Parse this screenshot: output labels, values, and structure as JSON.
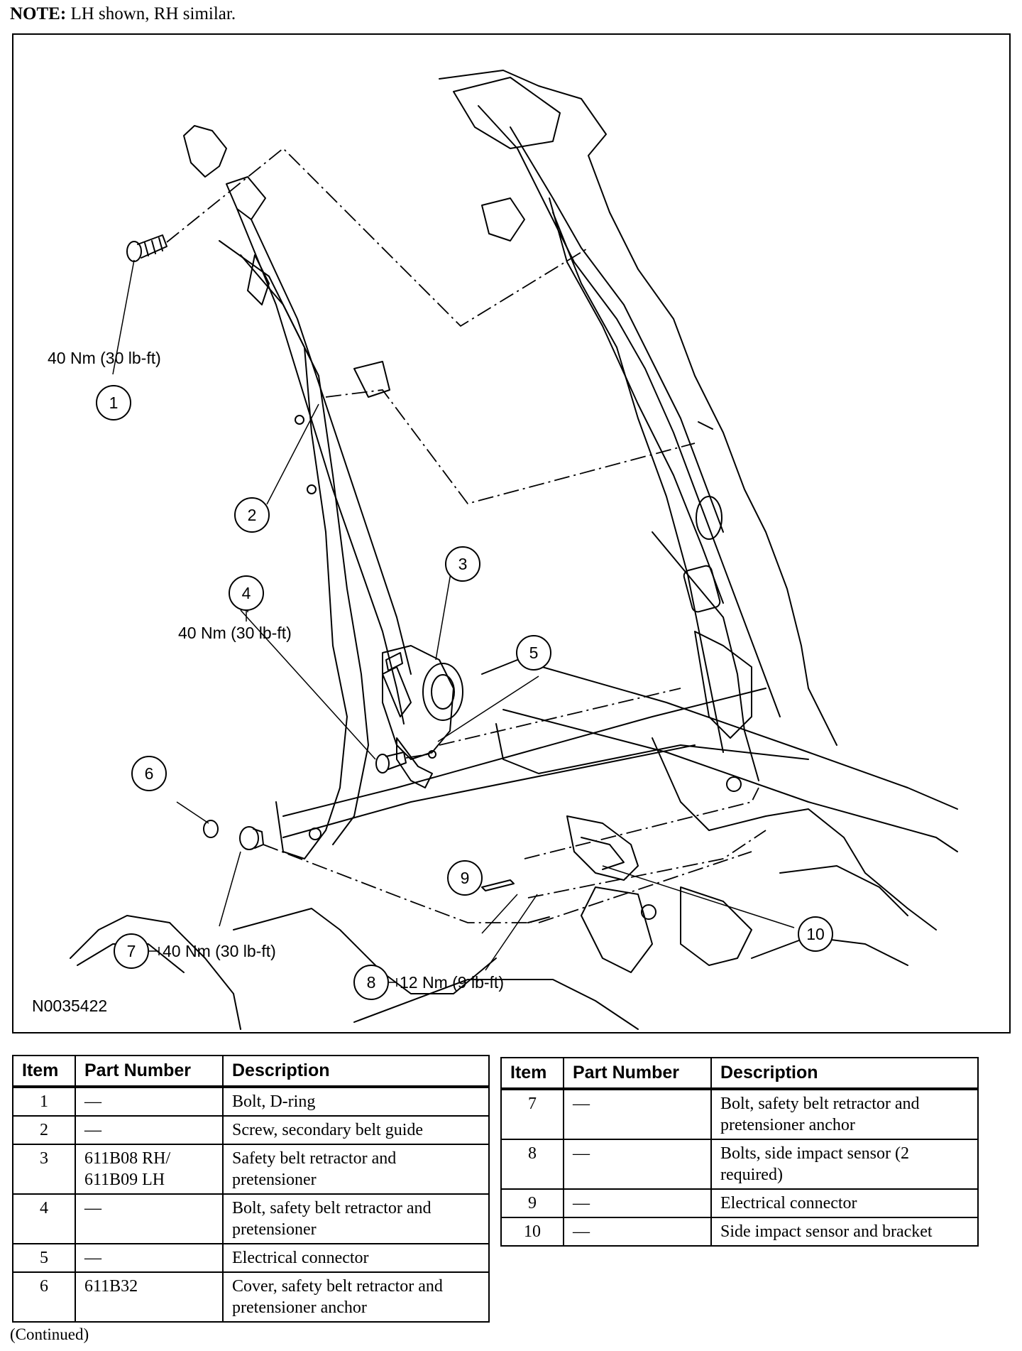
{
  "note": {
    "label": "NOTE:",
    "text": "LH shown, RH similar."
  },
  "figure": {
    "id": "N0035422",
    "callouts": [
      {
        "num": "1",
        "torque": "40 Nm (30 lb-ft)"
      },
      {
        "num": "2",
        "torque": ""
      },
      {
        "num": "3",
        "torque": ""
      },
      {
        "num": "4",
        "torque": "40 Nm (30 lb-ft)"
      },
      {
        "num": "5",
        "torque": ""
      },
      {
        "num": "6",
        "torque": ""
      },
      {
        "num": "7",
        "torque": "40 Nm (30 lb-ft)"
      },
      {
        "num": "8",
        "torque": "12 Nm (9 lb-ft)"
      },
      {
        "num": "9",
        "torque": ""
      },
      {
        "num": "10",
        "torque": ""
      }
    ]
  },
  "table": {
    "headers": {
      "item": "Item",
      "part": "Part Number",
      "desc": "Description"
    },
    "left_rows": [
      {
        "item": "1",
        "part": "—",
        "desc": "Bolt, D-ring"
      },
      {
        "item": "2",
        "part": "—",
        "desc": "Screw, secondary belt guide"
      },
      {
        "item": "3",
        "part": "611B08 RH/ 611B09 LH",
        "desc": "Safety belt retractor and pretensioner"
      },
      {
        "item": "4",
        "part": "—",
        "desc": "Bolt, safety belt retractor and pretensioner"
      },
      {
        "item": "5",
        "part": "—",
        "desc": "Electrical connector"
      },
      {
        "item": "6",
        "part": "611B32",
        "desc": "Cover, safety belt retractor and pretensioner anchor"
      }
    ],
    "right_rows": [
      {
        "item": "7",
        "part": "—",
        "desc": "Bolt, safety belt retractor and pretensioner anchor"
      },
      {
        "item": "8",
        "part": "—",
        "desc": "Bolts, side impact sensor (2 required)"
      },
      {
        "item": "9",
        "part": "—",
        "desc": "Electrical connector"
      },
      {
        "item": "10",
        "part": "—",
        "desc": "Side impact sensor and bracket"
      }
    ]
  },
  "continued": "(Continued)"
}
